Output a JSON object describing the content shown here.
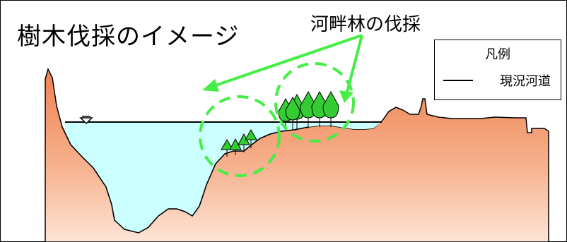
{
  "title": "樹木伐採のイメージ",
  "annotation": "河畔林の伐採",
  "legend": {
    "title": "凡例",
    "items": [
      {
        "label": "現況河道",
        "line_color": "#000000"
      }
    ]
  },
  "colors": {
    "ground_top": "#f08a5a",
    "ground_bottom": "#fde2d2",
    "water": "#ccffff",
    "tree_fill": "#33cc33",
    "dashed_circle": "#44ee44",
    "arrow": "#44ee44",
    "outline": "#000000"
  }
}
